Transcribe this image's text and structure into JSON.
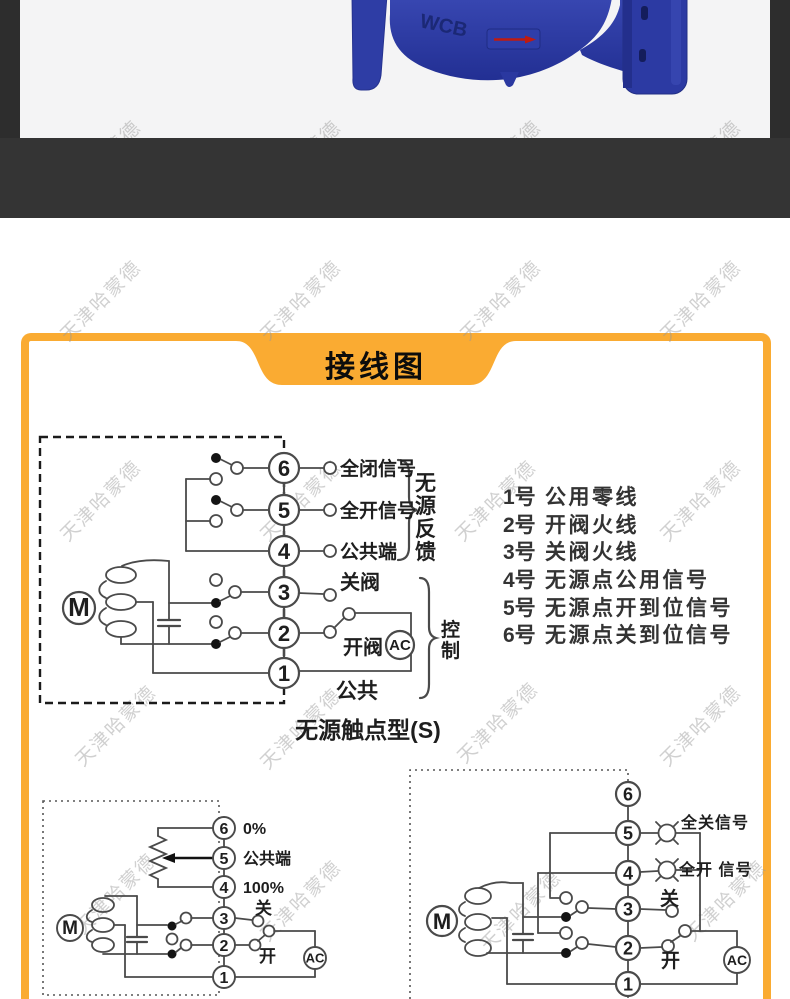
{
  "watermark": {
    "text": "天津哈蒙德"
  },
  "photo": {
    "embossed_text": "WCB"
  },
  "card": {
    "title": "接线图"
  },
  "top_diagram": {
    "terminals": [
      "6",
      "5",
      "4",
      "3",
      "2",
      "1"
    ],
    "motor": "M",
    "ac": "AC",
    "full_close_signal": "全闭信号",
    "full_open_signal": "全开信号",
    "common_terminal": "公共端",
    "passive_feedback": "无源反馈",
    "close_valve": "关阀",
    "open_valve": "开阀",
    "common": "公共",
    "control": "控制",
    "caption": "无源触点型(S)"
  },
  "wire_list": [
    {
      "num": "1号",
      "desc": "公用零线"
    },
    {
      "num": "2号",
      "desc": "开阀火线"
    },
    {
      "num": "3号",
      "desc": "关阀火线"
    },
    {
      "num": "4号",
      "desc": "无源点公用信号"
    },
    {
      "num": "5号",
      "desc": "无源点开到位信号"
    },
    {
      "num": "6号",
      "desc": "无源点关到位信号"
    }
  ],
  "bottom_left_diagram": {
    "terminals": [
      "6",
      "5",
      "4",
      "3",
      "2",
      "1"
    ],
    "motor": "M",
    "ac": "AC",
    "zero_percent": "0%",
    "common_terminal": "公共端",
    "hundred_percent": "100%",
    "close": "关",
    "open": "开"
  },
  "bottom_right_diagram": {
    "terminals": [
      "6",
      "5",
      "4",
      "3",
      "2",
      "1"
    ],
    "motor": "M",
    "ac": "AC",
    "full_close_signal": "全关信号",
    "full_open_signal": "全开 信号",
    "close": "关",
    "open": "开"
  },
  "colors": {
    "accent_orange": "#FAAB32",
    "valve_blue": "#2C3AA4",
    "dark_band": "#343434"
  }
}
